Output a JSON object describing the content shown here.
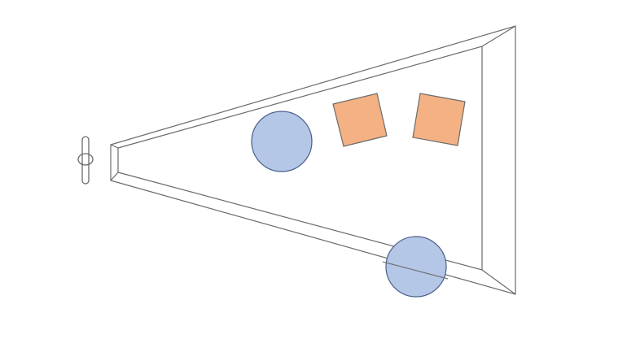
{
  "colors": {
    "background": "#ffffff",
    "outline": "#6b6b6b",
    "sphere_fill": "#b4c7e7",
    "sphere_stroke": "#4a5f8a",
    "cube_fill": "#f4b183",
    "cube_stroke": "#6b6b6b"
  },
  "diagram": {
    "description_visible_text": "",
    "elements": [
      {
        "kind": "camera-eye",
        "name": "camera-icon"
      },
      {
        "kind": "view-frustum",
        "name": "view-frustum"
      },
      {
        "kind": "sphere",
        "name": "sphere-inside-frustum"
      },
      {
        "kind": "cube",
        "name": "cube-left"
      },
      {
        "kind": "cube",
        "name": "cube-right"
      },
      {
        "kind": "sphere",
        "name": "sphere-on-frustum-edge"
      }
    ]
  }
}
